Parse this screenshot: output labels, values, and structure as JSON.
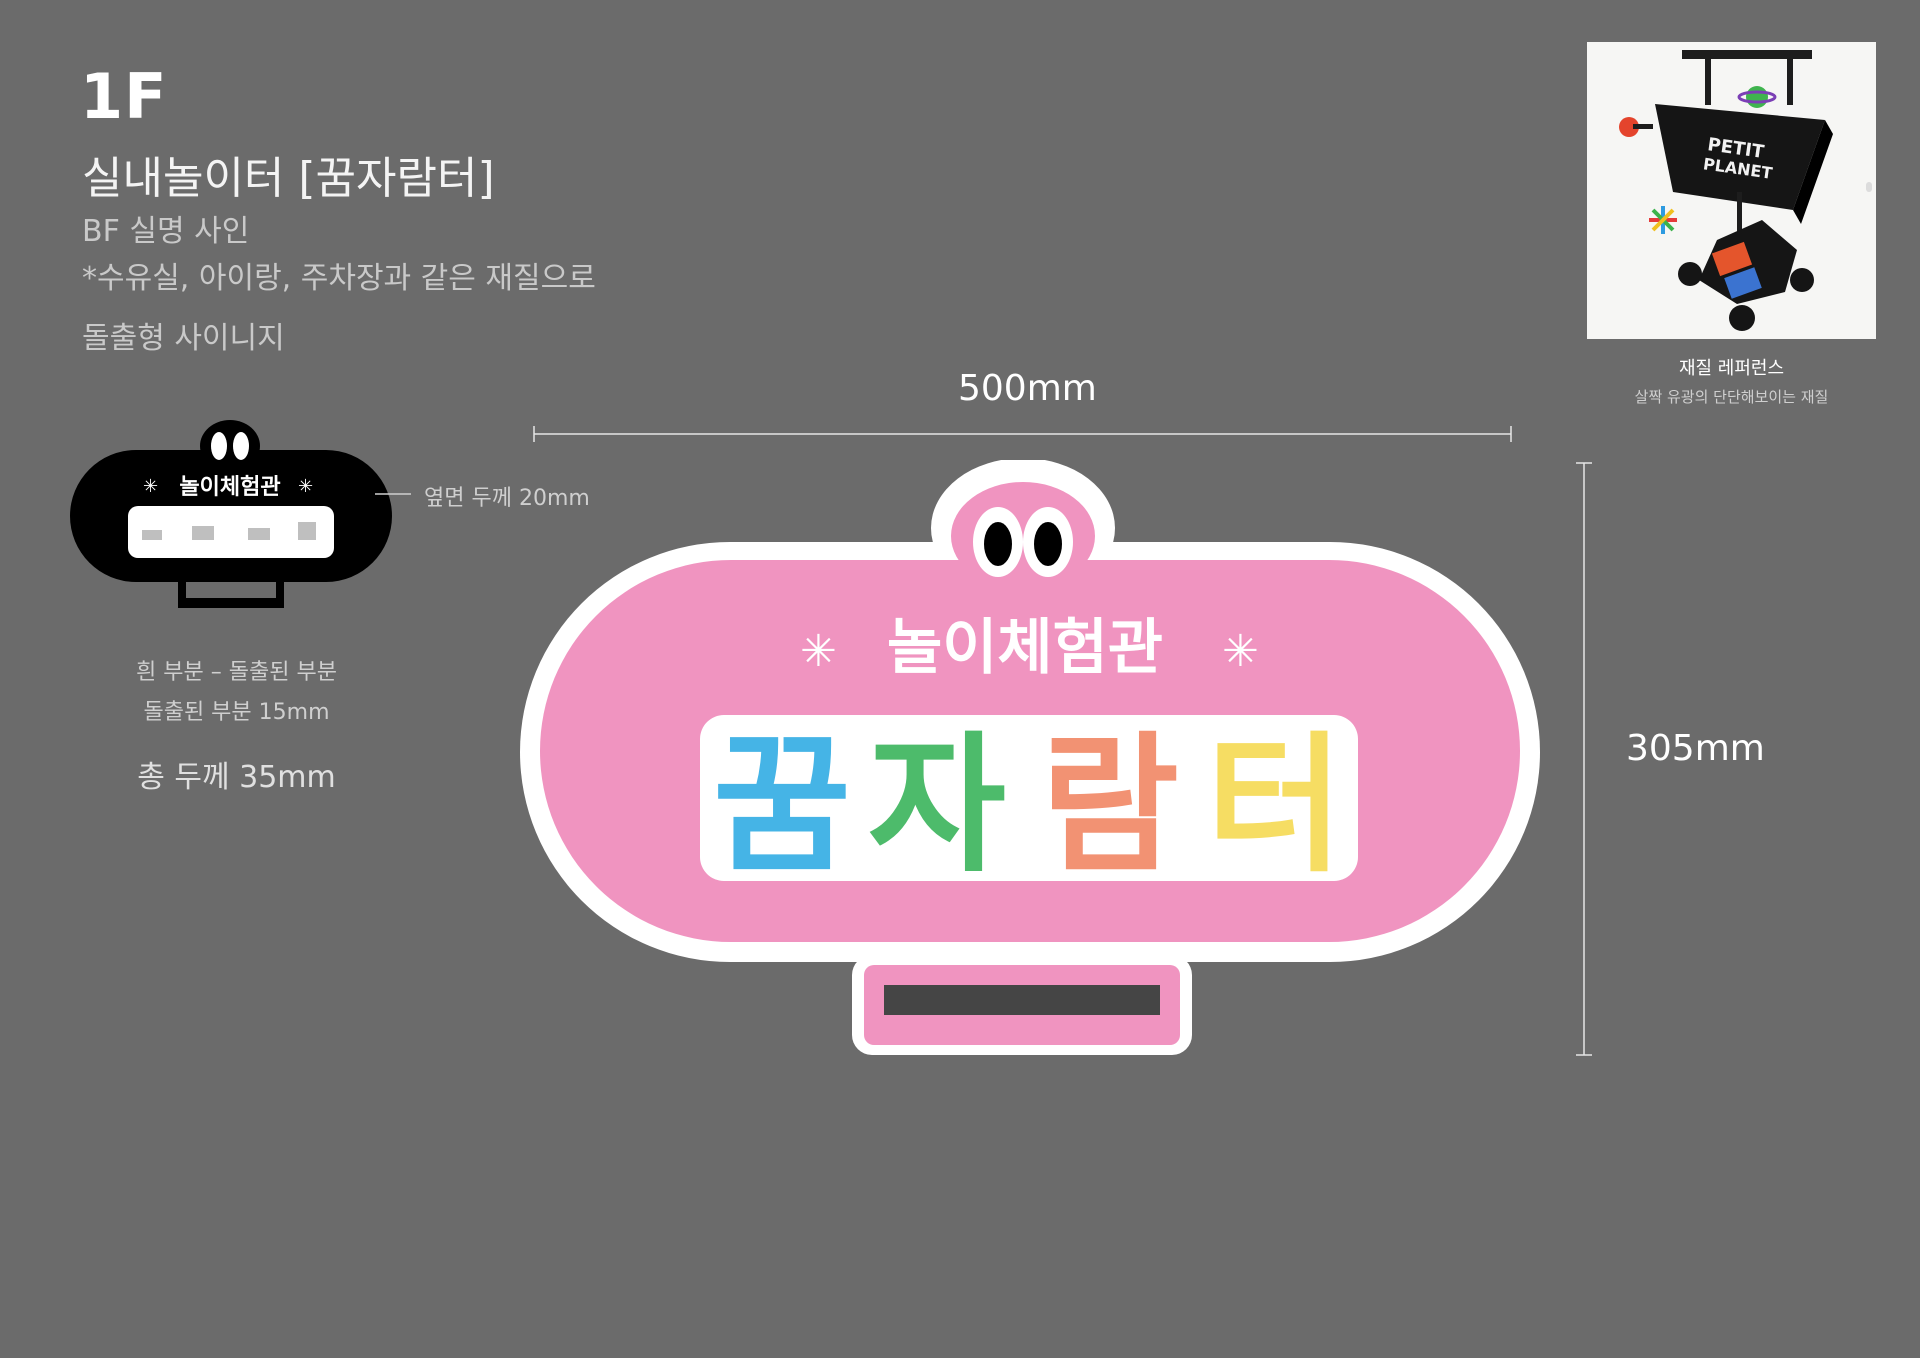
{
  "header": {
    "floor": "1F",
    "title": "실내놀이터 [꿈자람터]",
    "subtitle_1": "BF 실명 사인",
    "subtitle_2": "*수유실, 아이랑, 주차장과 같은 재질으로",
    "subtitle_3": "돌출형 사이니지"
  },
  "reference": {
    "photo_sign_line1": "PETIT",
    "photo_sign_line2": "PLANET",
    "caption": "재질 레퍼런스",
    "description": "살짝 유광의 단단해보이는 재질"
  },
  "dimensions": {
    "width": "500mm",
    "height": "305mm"
  },
  "side_view": {
    "sign_small_text": "놀이체험관",
    "side_label": "옆면 두께 20mm",
    "desc_1": "흰 부분 – 돌출된 부분",
    "desc_2": "돌출된 부분 15mm",
    "desc_3": "총 두께 35mm"
  },
  "main_sign": {
    "subtitle": "놀이체험관",
    "char_1": "꿈",
    "char_2": "자",
    "char_3": "람",
    "char_4": "터",
    "colors": {
      "pink": "#f094c0",
      "blue": "#45b4e6",
      "green": "#4dbb6b",
      "orange": "#f29273",
      "yellow": "#f6dd63",
      "dark": "#454545"
    }
  }
}
